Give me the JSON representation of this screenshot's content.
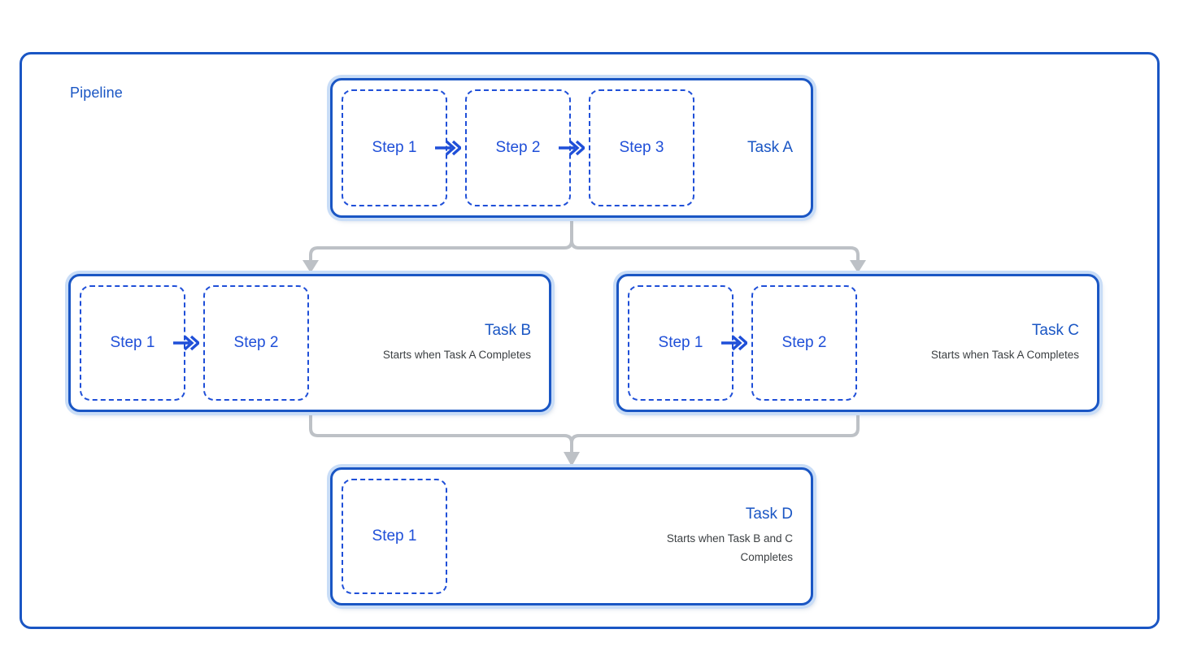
{
  "diagram": {
    "title": "Pipeline",
    "colors": {
      "accent_blue": "#1a56c4",
      "step_blue": "#1f4fd8",
      "halo_blue": "#c9ddf7",
      "subtitle_gray": "#3c4043",
      "connector_gray": "#bdc1c6",
      "background": "#ffffff"
    },
    "tasks": [
      {
        "id": "task-a",
        "title": "Task A",
        "subtitle": "",
        "steps": [
          "Step 1",
          "Step 2",
          "Step 3"
        ]
      },
      {
        "id": "task-b",
        "title": "Task B",
        "subtitle": "Starts when Task A Completes",
        "steps": [
          "Step 1",
          "Step 2"
        ]
      },
      {
        "id": "task-c",
        "title": "Task C",
        "subtitle": "Starts when Task A Completes",
        "steps": [
          "Step 1",
          "Step 2"
        ]
      },
      {
        "id": "task-d",
        "title": "Task D",
        "subtitle": "Starts when Task B and C Completes",
        "steps": [
          "Step 1"
        ]
      }
    ],
    "connections": [
      {
        "from": "Task A",
        "to": "Task B"
      },
      {
        "from": "Task A",
        "to": "Task C"
      },
      {
        "from": "Task B",
        "to": "Task D"
      },
      {
        "from": "Task C",
        "to": "Task D"
      }
    ],
    "icons": {
      "step_arrow": "arrow-right-icon",
      "connector_arrow": "arrowhead-down-icon"
    }
  }
}
